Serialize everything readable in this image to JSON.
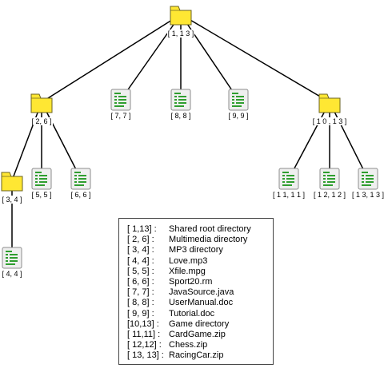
{
  "colors": {
    "folder_fill": "#ffe733",
    "folder_stroke": "#6b6320",
    "file_fill": "#efefef",
    "file_stroke": "#8c8c8c",
    "file_lines": "#2f9e2f",
    "edge": "#000000"
  },
  "nodes": [
    {
      "id": "n1_13",
      "label": "[ 1, 1 3 ]",
      "kind": "folder",
      "icon": "folder-icon"
    },
    {
      "id": "n2_6",
      "label": "[ 2, 6 ]",
      "kind": "folder",
      "icon": "folder-icon"
    },
    {
      "id": "n7_7",
      "label": "[ 7, 7 ]",
      "kind": "file",
      "icon": "document-icon"
    },
    {
      "id": "n8_8",
      "label": "[ 8, 8 ]",
      "kind": "file",
      "icon": "document-icon"
    },
    {
      "id": "n9_9",
      "label": "[ 9, 9 ]",
      "kind": "file",
      "icon": "document-icon"
    },
    {
      "id": "n10_13",
      "label": "[ 1 0 , 1 3 ]",
      "kind": "folder",
      "icon": "folder-icon"
    },
    {
      "id": "n3_4",
      "label": "[ 3, 4 ]",
      "kind": "folder",
      "icon": "folder-icon"
    },
    {
      "id": "n5_5",
      "label": "[ 5, 5 ]",
      "kind": "file",
      "icon": "document-icon"
    },
    {
      "id": "n6_6",
      "label": "[ 6, 6 ]",
      "kind": "file",
      "icon": "document-icon"
    },
    {
      "id": "n11_11",
      "label": "[ 1 1, 1 1 ]",
      "kind": "file",
      "icon": "document-icon"
    },
    {
      "id": "n12_12",
      "label": "[ 1 2, 1 2 ]",
      "kind": "file",
      "icon": "document-icon"
    },
    {
      "id": "n13_13",
      "label": "[ 1 3, 1 3 ]",
      "kind": "file",
      "icon": "document-icon"
    },
    {
      "id": "n4_4",
      "label": "[ 4, 4 ]",
      "kind": "file",
      "icon": "document-icon"
    }
  ],
  "edges": [
    [
      "n1_13",
      "n2_6"
    ],
    [
      "n1_13",
      "n7_7"
    ],
    [
      "n1_13",
      "n8_8"
    ],
    [
      "n1_13",
      "n9_9"
    ],
    [
      "n1_13",
      "n10_13"
    ],
    [
      "n2_6",
      "n3_4"
    ],
    [
      "n2_6",
      "n5_5"
    ],
    [
      "n2_6",
      "n6_6"
    ],
    [
      "n3_4",
      "n4_4"
    ],
    [
      "n10_13",
      "n11_11"
    ],
    [
      "n10_13",
      "n12_12"
    ],
    [
      "n10_13",
      "n13_13"
    ]
  ],
  "legend": [
    {
      "key": "[ 1,13] :",
      "desc": "Shared root directory"
    },
    {
      "key": "[ 2, 6] :",
      "desc": "Multimedia directory"
    },
    {
      "key": "[ 3, 4] :",
      "desc": "MP3 directory"
    },
    {
      "key": "[ 4, 4] :",
      "desc": "Love.mp3"
    },
    {
      "key": "[ 5, 5] :",
      "desc": "Xfile.mpg"
    },
    {
      "key": "[ 6, 6] :",
      "desc": "Sport20.rm"
    },
    {
      "key": "[ 7, 7] :",
      "desc": "JavaSource.java"
    },
    {
      "key": "[ 8, 8] :",
      "desc": "UserManual.doc"
    },
    {
      "key": "[ 9, 9] :",
      "desc": "Tutorial.doc"
    },
    {
      "key": "[10,13] :",
      "desc": "Game directory"
    },
    {
      "key": "[ 11,11] :",
      "desc": "CardGame.zip"
    },
    {
      "key": "[ 12,12] :",
      "desc": "Chess.zip"
    },
    {
      "key": "[ 13, 13] :",
      "desc": "RacingCar.zip"
    }
  ]
}
